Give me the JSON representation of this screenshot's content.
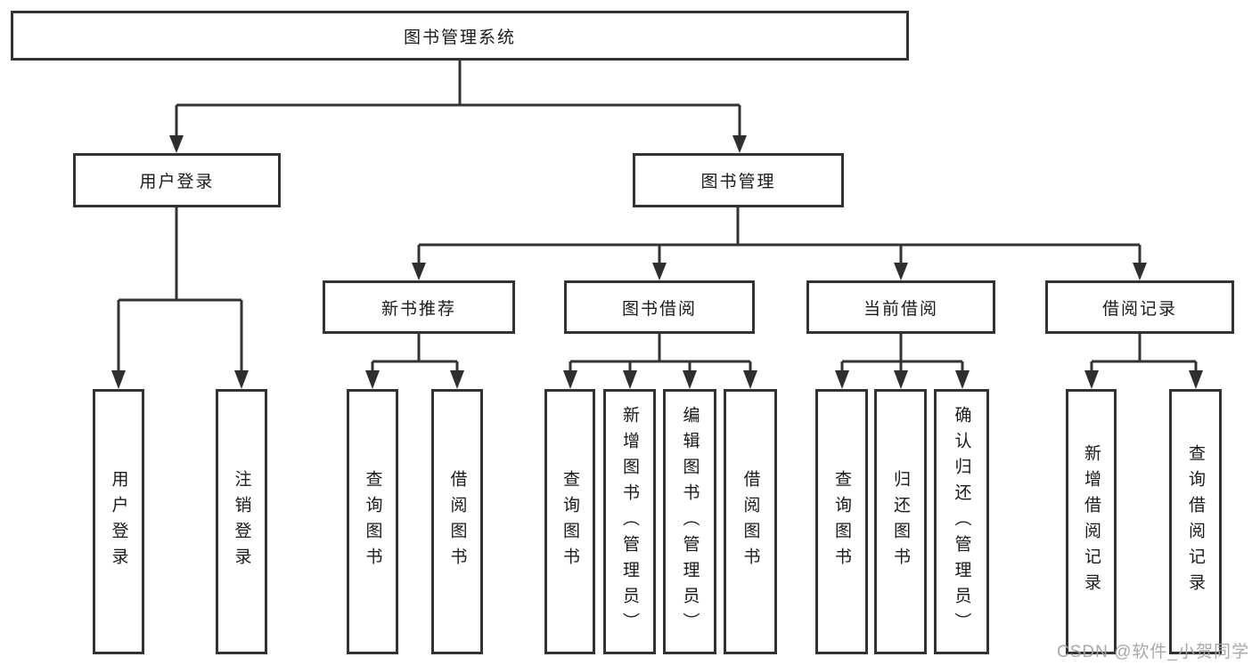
{
  "diagram": {
    "nodes": {
      "root": "图书管理系统",
      "user_login": "用户登录",
      "book_mgmt": "图书管理",
      "new_books": "新书推荐",
      "book_borrow": "图书借阅",
      "current_borrow": "当前借阅",
      "borrow_records": "借阅记录"
    },
    "leaves": {
      "user_login": [
        "用户登录",
        "注销登录"
      ],
      "new_books": [
        "查询图书",
        "借阅图书"
      ],
      "book_borrow": [
        "查询图书",
        "新增图书（管理员）",
        "编辑图书（管理员）",
        "借阅图书"
      ],
      "current_borrow": [
        "查询图书",
        "归还图书",
        "确认归还（管理员）"
      ],
      "borrow_records": [
        "新增借阅记录",
        "查询借阅记录"
      ]
    },
    "watermark": "CSDN @软件_小贺同学",
    "colors": {
      "line": "#333333",
      "box_border": "#333333",
      "box_fill": "#ffffff",
      "text": "#1a1a1a",
      "watermark": "#a3a3a8",
      "background": "#ffffff"
    }
  }
}
